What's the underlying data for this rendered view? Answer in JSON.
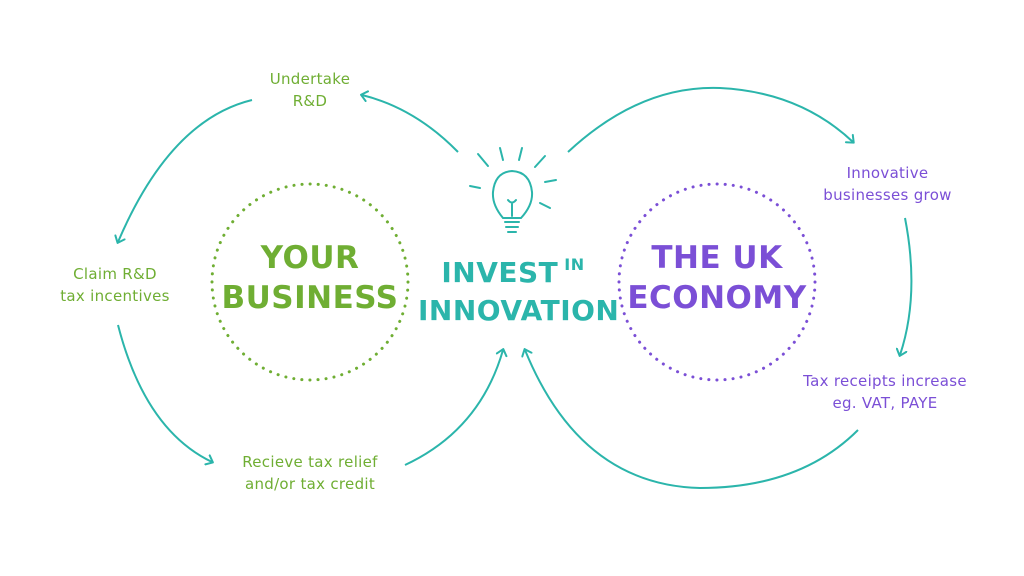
{
  "colors": {
    "teal": "#2bb5ab",
    "green": "#6fae33",
    "purple": "#7b4fd6"
  },
  "left_circle": {
    "line1": "YOUR",
    "line2": "BUSINESS"
  },
  "right_circle": {
    "line1": "THE UK",
    "line2": "ECONOMY"
  },
  "center": {
    "word1": "INVEST",
    "word2": "IN",
    "word3": "INNOVATION",
    "icon": "lightbulb-icon"
  },
  "steps": {
    "undertake": [
      "Undertake",
      "R&D"
    ],
    "claim": [
      "Claim R&D",
      "tax incentives"
    ],
    "receive": [
      "Recieve tax relief",
      "and/or tax credit"
    ],
    "grow": [
      "Innovative",
      "businesses grow"
    ],
    "receipts": [
      "Tax receipts increase",
      "eg. VAT, PAYE"
    ]
  }
}
